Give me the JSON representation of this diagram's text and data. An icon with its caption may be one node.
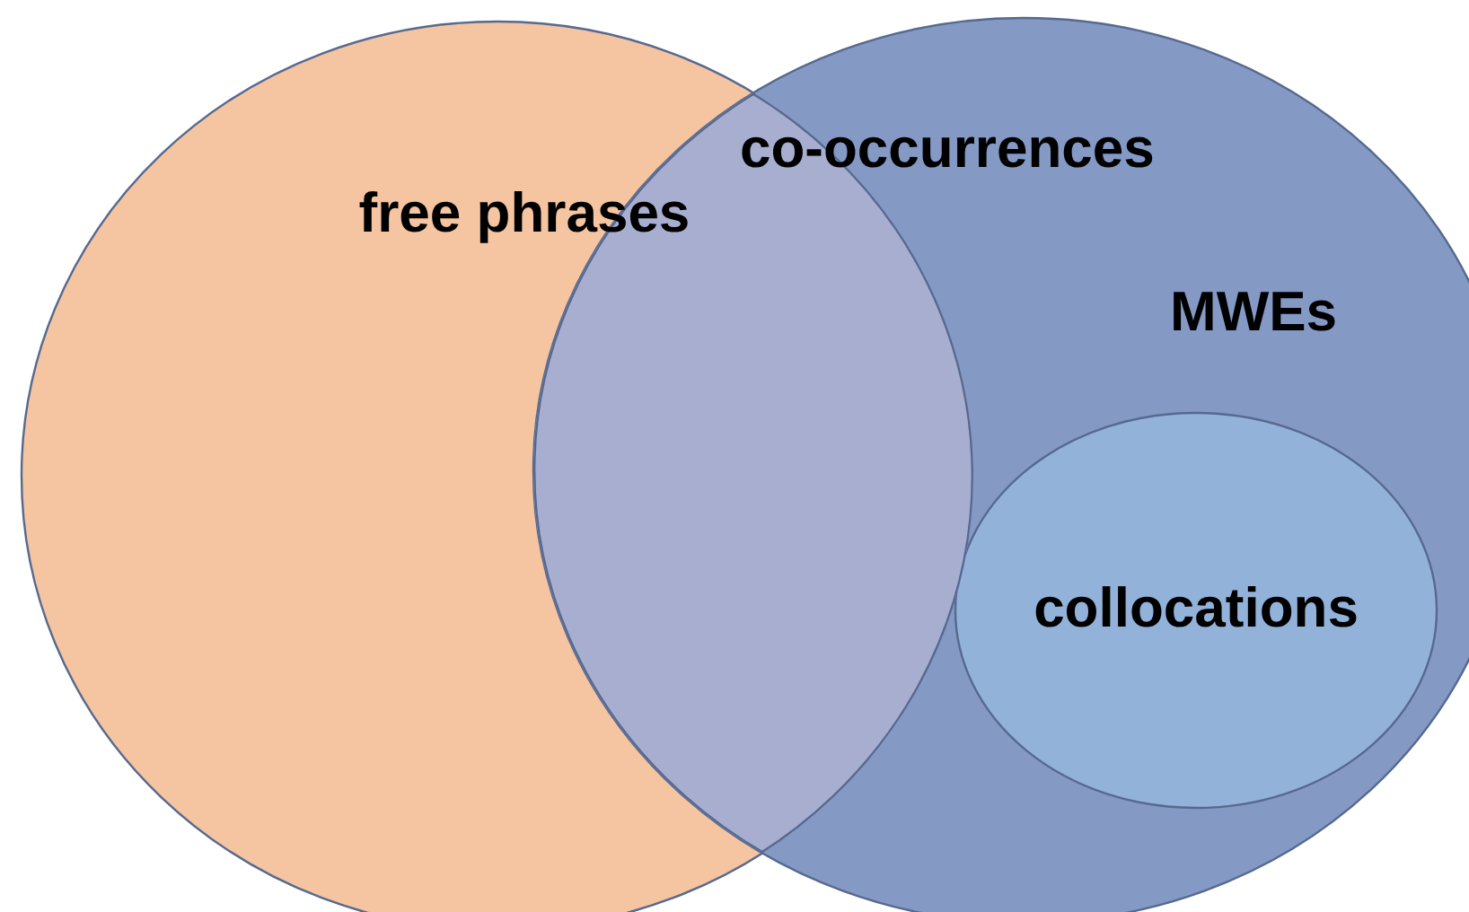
{
  "diagram": {
    "nodes": [
      {
        "text": [
          "free phrases"
        ]
      },
      {
        "text": [
          "MWEs"
        ]
      },
      {
        "text": [
          "collocations"
        ],
        "in": 1
      }
    ],
    "labels": [
      "co-occurrences"
    ]
  }
}
